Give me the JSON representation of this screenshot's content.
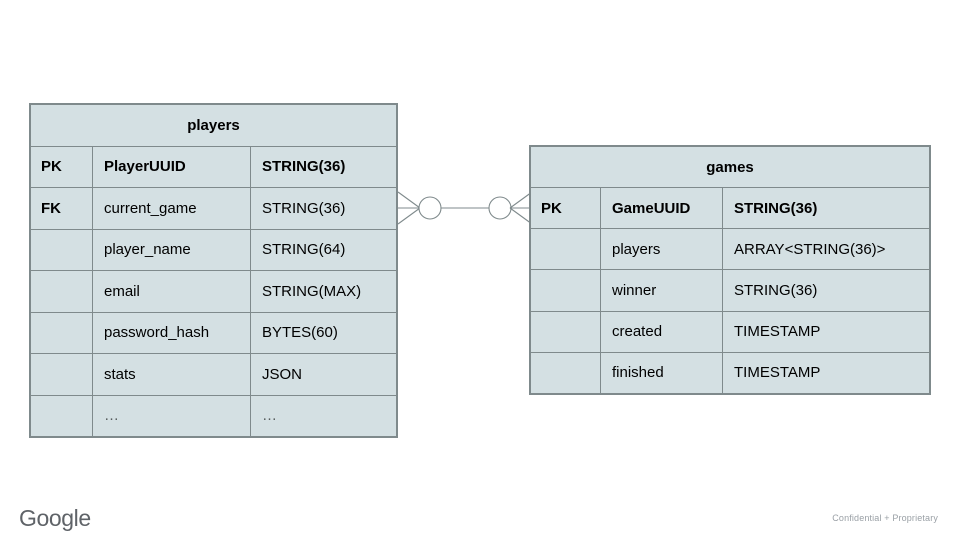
{
  "slide": {
    "background_color": "#ffffff",
    "entity_fill": "#d4e0e3",
    "entity_border": "#7f8a8c",
    "text_color": "#000000"
  },
  "entities": [
    {
      "id": "players",
      "title": "players",
      "columns_header": [
        "key",
        "name",
        "type"
      ],
      "rows": [
        {
          "key": "PK",
          "name": "PlayerUUID",
          "type": "STRING(36)",
          "emphasis": true
        },
        {
          "key": "FK",
          "name": "current_game",
          "type": "STRING(36)",
          "emphasis": false
        },
        {
          "key": "",
          "name": "player_name",
          "type": "STRING(64)",
          "emphasis": false
        },
        {
          "key": "",
          "name": "email",
          "type": "STRING(MAX)",
          "emphasis": false
        },
        {
          "key": "",
          "name": "password_hash",
          "type": "BYTES(60)",
          "emphasis": false
        },
        {
          "key": "",
          "name": "stats",
          "type": "JSON",
          "emphasis": false
        },
        {
          "key": "",
          "name": "…",
          "type": "…",
          "emphasis": false
        }
      ]
    },
    {
      "id": "games",
      "title": "games",
      "columns_header": [
        "key",
        "name",
        "type"
      ],
      "rows": [
        {
          "key": "PK",
          "name": "GameUUID",
          "type": "STRING(36)",
          "emphasis": true
        },
        {
          "key": "",
          "name": "players",
          "type": "ARRAY<STRING(36)>",
          "emphasis": false
        },
        {
          "key": "",
          "name": "winner",
          "type": "STRING(36)",
          "emphasis": false
        },
        {
          "key": "",
          "name": "created",
          "type": "TIMESTAMP",
          "emphasis": false
        },
        {
          "key": "",
          "name": "finished",
          "type": "TIMESTAMP",
          "emphasis": false
        }
      ]
    }
  ],
  "relationship": {
    "from": "players",
    "to": "games",
    "left_notation": "zero-or-many-crows-foot",
    "right_notation": "zero-or-many-crows-foot",
    "line_color": "#7f8a8c"
  },
  "footer": {
    "logo_text": "Google",
    "logo_color": "#5f6368",
    "confidential_text": "Confidential + Proprietary",
    "confidential_color": "#9aa0a6"
  }
}
